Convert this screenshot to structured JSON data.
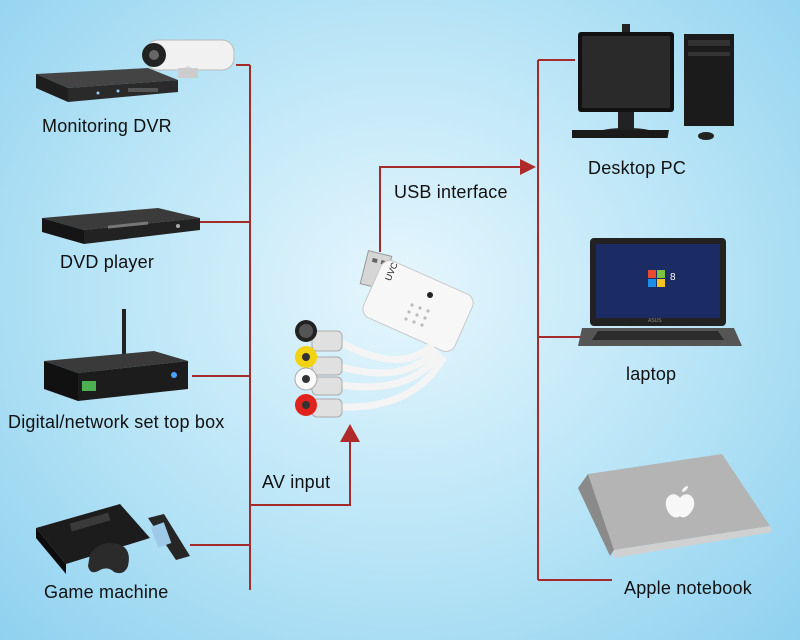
{
  "sources": [
    {
      "label": "Monitoring DVR"
    },
    {
      "label": "DVD player"
    },
    {
      "label": "Digital/network set top box"
    },
    {
      "label": "Game machine"
    }
  ],
  "targets": [
    {
      "label": "Desktop PC"
    },
    {
      "label": "laptop"
    },
    {
      "label": "Apple notebook"
    }
  ],
  "connections": {
    "input_label": "AV input",
    "output_label": "USB interface"
  },
  "adapter": {
    "badge": "UVC"
  },
  "screen": {
    "logo_text": "8"
  },
  "laptop": {
    "brand": "ASUS"
  },
  "colors": {
    "wire": "#a52a2a",
    "background": "#b7e4f6"
  }
}
